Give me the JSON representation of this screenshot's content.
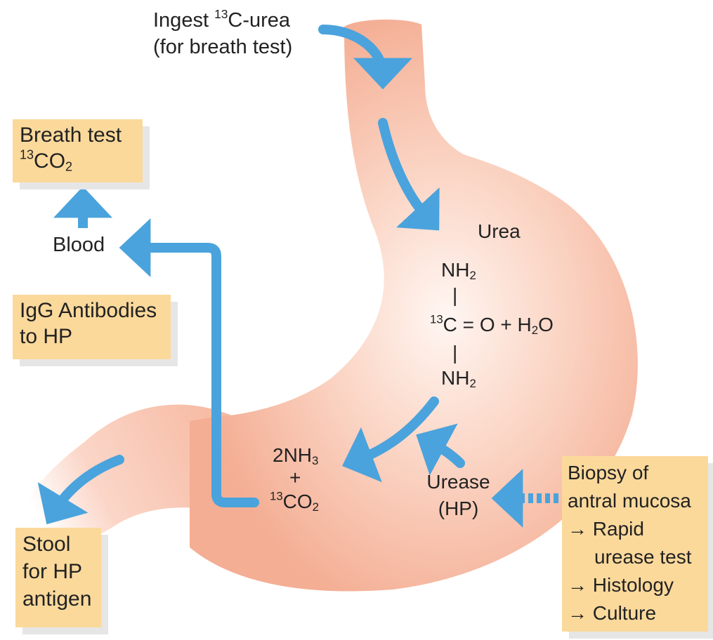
{
  "ingest": {
    "line1_pre": "Ingest ",
    "line1_sup": "13",
    "line1_post": "C-urea",
    "line2": "(for breath test)"
  },
  "breath_box": {
    "line1": "Breath test",
    "line2_sup": "13",
    "line2_main": "CO",
    "line2_sub": "2"
  },
  "blood": "Blood",
  "igg_box": {
    "line1": "IgG Antibodies",
    "line2": "to HP"
  },
  "stool_box": {
    "line1": "Stool",
    "line2": "for HP",
    "line3": "antigen"
  },
  "urea_label": "Urea",
  "urea_formula": {
    "top_main": "NH",
    "top_sub": "2",
    "bond": "|",
    "center_sup": "13",
    "center_main": "C",
    "center_rest": " = O + H",
    "center_sub": "2",
    "center_end": "O",
    "bottom_main": "NH",
    "bottom_sub": "2"
  },
  "products": {
    "line1_main": "2NH",
    "line1_sub": "3",
    "plus": "+",
    "line3_sup": "13",
    "line3_main": "CO",
    "line3_sub": "2"
  },
  "urease": {
    "line1": "Urease",
    "line2": "(HP)"
  },
  "biopsy_box": {
    "line1": "Biopsy of",
    "line2": "antral mucosa",
    "item1": "→ Rapid",
    "item1_cont": "urease test",
    "item2": "→ Histology",
    "item3": "→ Culture"
  },
  "colors": {
    "arrow": "#4aa3dc",
    "box_fill": "#fbd99b",
    "stomach": "#f7b9a0",
    "stomach_light": "#fde7de",
    "box_shadow": "#e6e6e6"
  }
}
